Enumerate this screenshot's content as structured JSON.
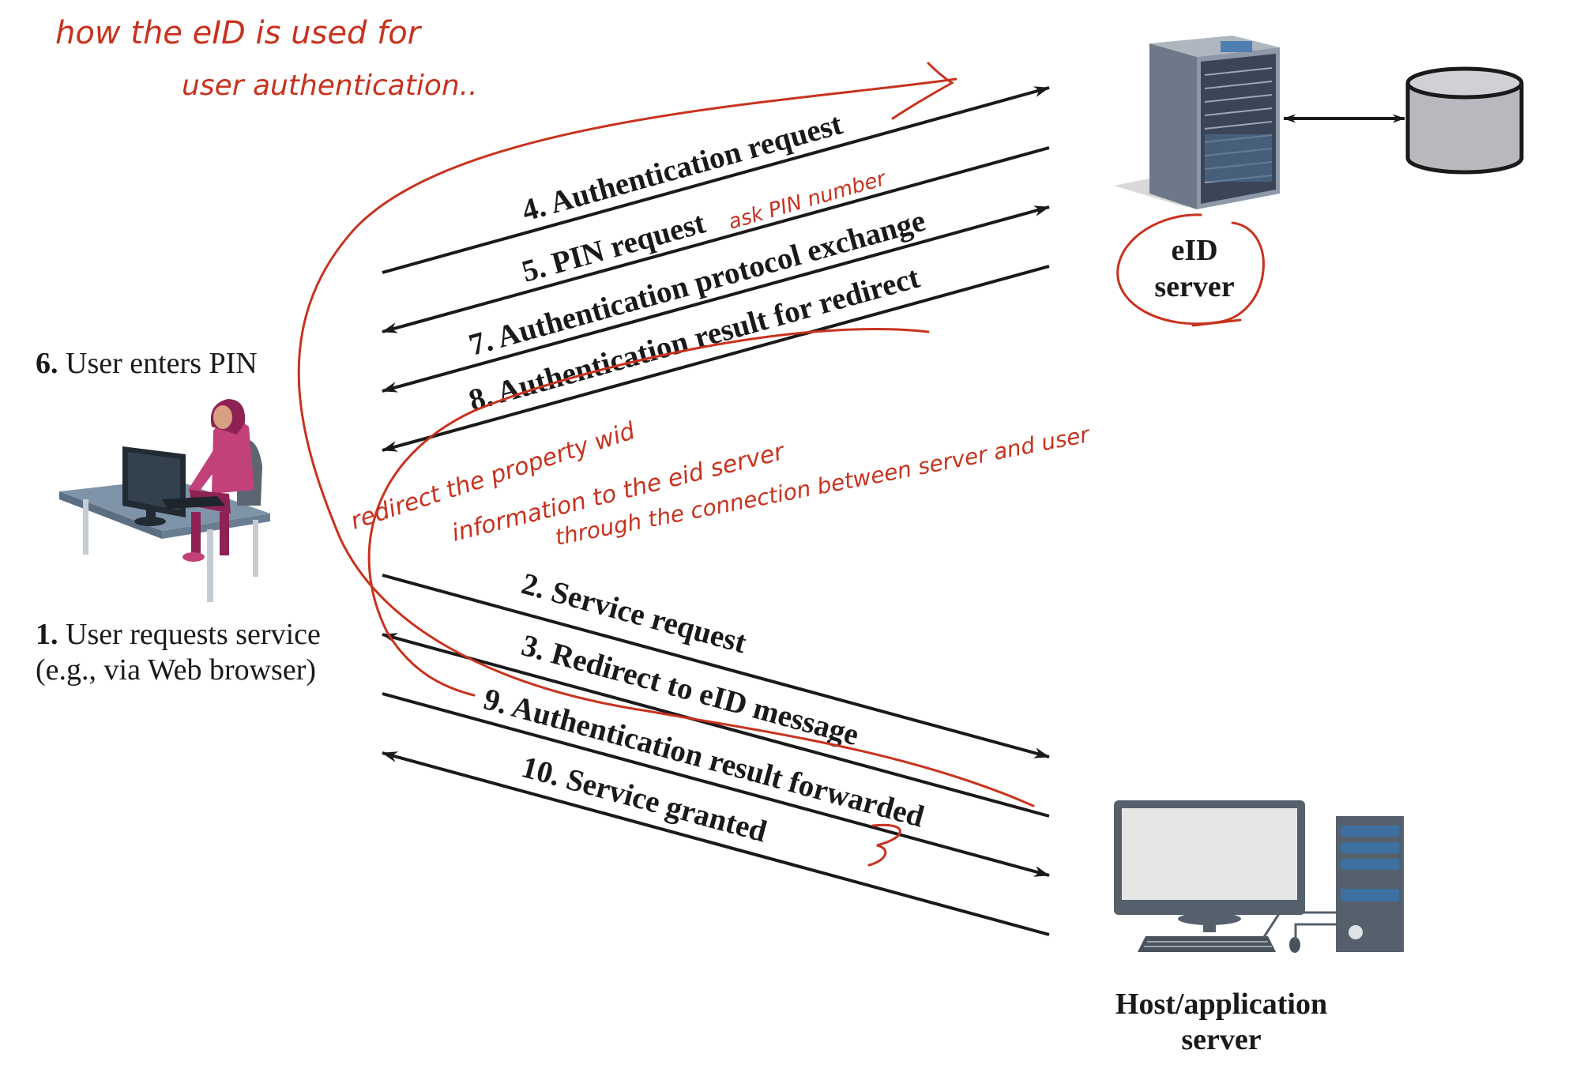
{
  "title": {
    "line1": "how the eID is used for",
    "line2": "user authentication.."
  },
  "nodes": {
    "eid_server": {
      "line1": "eID",
      "line2": "server"
    },
    "host_server": {
      "line1": "Host/application",
      "line2": "server"
    }
  },
  "user": {
    "step6_num": "6.",
    "step6_text": " User enters PIN",
    "step1_num": "1.",
    "step1_text": " User requests service",
    "step1_sub": "(e.g., via Web browser)"
  },
  "messages": {
    "m4": "4. Authentication request",
    "m5": "5. PIN request",
    "m7": "7. Authentication protocol exchange",
    "m8": "8. Authentication result for redirect",
    "m2": "2. Service request",
    "m3": "3. Redirect to eID message",
    "m9": "9. Authentication result forwarded",
    "m10": "10. Service granted"
  },
  "annotations": {
    "pin_note": "ask PIN number",
    "redirect_line1": "redirect the property wid",
    "redirect_line2": "information to the eid server",
    "redirect_line3": "through the connection between server and user"
  },
  "colors": {
    "ink": "#1a1a1a",
    "annotation": "#c8321e"
  },
  "icons": {
    "eid_server": "server-rack-icon",
    "database": "database-cylinder-icon",
    "user": "user-at-desk-icon",
    "host": "desktop-computer-icon"
  }
}
